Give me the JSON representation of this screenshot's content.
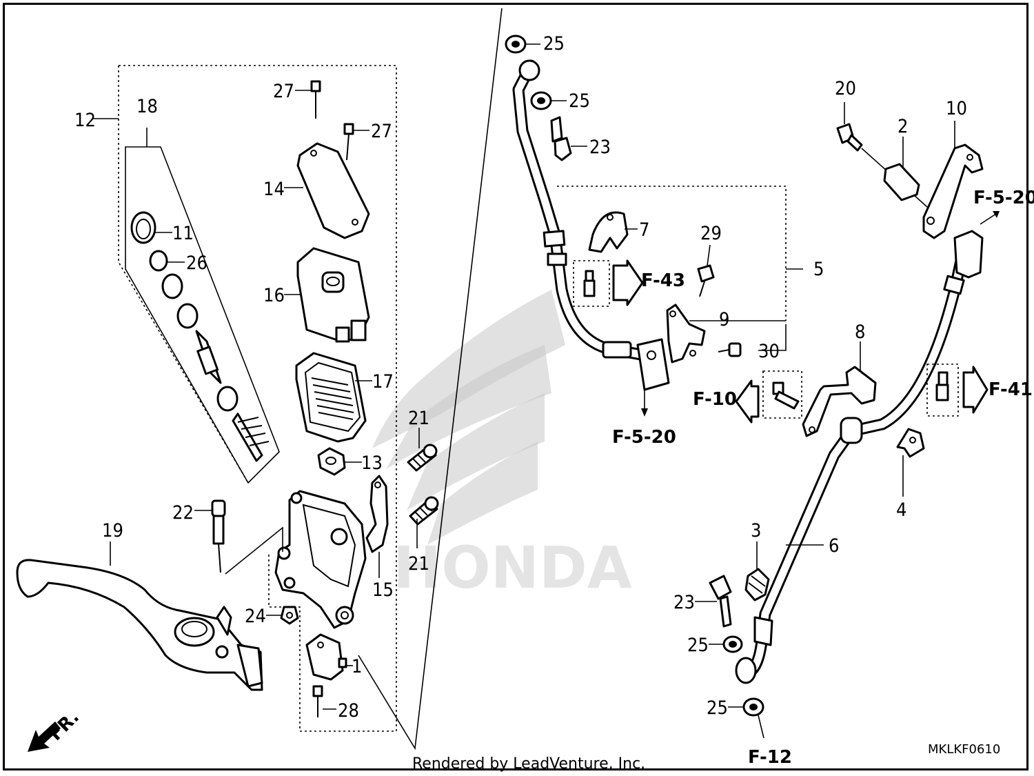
{
  "diagram": {
    "callouts": [
      "1",
      "2",
      "3",
      "4",
      "5",
      "6",
      "7",
      "8",
      "9",
      "10",
      "11",
      "12",
      "13",
      "14",
      "15",
      "16",
      "17",
      "18",
      "19",
      "20",
      "21",
      "21",
      "22",
      "23",
      "23",
      "24",
      "25",
      "25",
      "25",
      "25",
      "26",
      "27",
      "27",
      "28",
      "29",
      "30"
    ],
    "references": [
      "F-5-20",
      "F-43",
      "F-5-20",
      "F-10",
      "F-41",
      "F-12"
    ],
    "direction_label": "FR.",
    "diagram_code": "MKLKF0610",
    "credit": "Rendered by LeadVenture, Inc.",
    "watermark_brand": "HONDA"
  }
}
